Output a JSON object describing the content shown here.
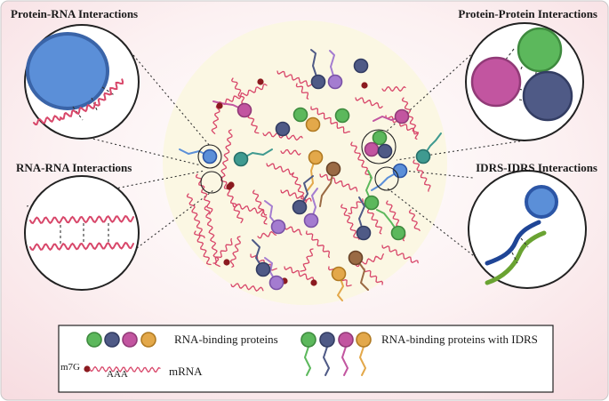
{
  "labels": {
    "protein_rna": "Protein-RNA Interactions",
    "protein_protein": "Protein-Protein Interactions",
    "rna_rna": "RNA-RNA Interactions",
    "idrs_idrs": "IDRS-IDRS Interactions"
  },
  "legend": {
    "rbp": "RNA-binding proteins",
    "rbp_idrs": "RNA-binding proteins with IDRS",
    "cap": "m7G",
    "polya": "AAA",
    "mrna": "mRNA"
  },
  "colors": {
    "background_edge": "#f7dde1",
    "condensate": "#fbf7e3",
    "rna": "#d8476a",
    "cap": "#8b1a1f",
    "green": "#5cb85c",
    "navy": "#4f5a86",
    "magenta": "#c255a0",
    "orange": "#e3a84a",
    "blue": "#5b8fd8",
    "teal": "#3f9a90",
    "brown": "#9a6a44",
    "purple": "#a47cd0"
  }
}
